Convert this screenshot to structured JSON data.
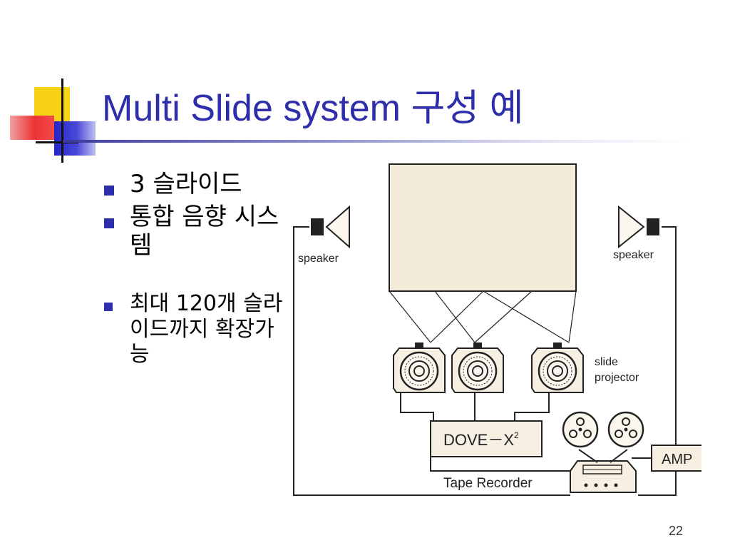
{
  "slide": {
    "title": "Multi Slide system 구성 예",
    "page_number": "22",
    "accent_color": "#2e2eaa"
  },
  "bullets": [
    {
      "text": "3 슬라이드"
    },
    {
      "text": "통합 음향 시스템"
    },
    {
      "text": "최대 120개 슬라이드까지 확장가능"
    }
  ],
  "diagram": {
    "speaker_left": "speaker",
    "speaker_right": "speaker",
    "projector_label_1": "slide",
    "projector_label_2": "projector",
    "controller_label": "DOVE－X",
    "controller_superscript": "2",
    "recorder_label": "Tape Recorder",
    "amp_label": "AMP",
    "screen_color": "#f3ead9",
    "box_color": "#f7f0e2"
  }
}
